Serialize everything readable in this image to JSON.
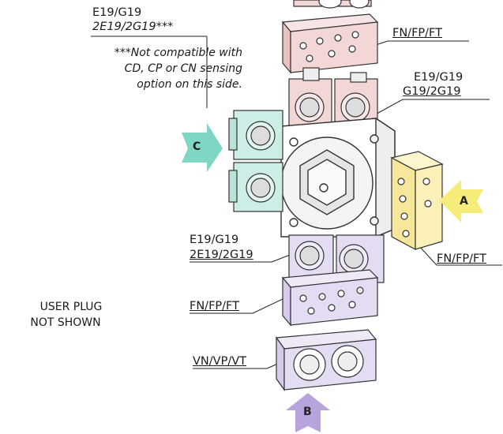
{
  "labels": {
    "top_left_code_1": "E19/G19",
    "top_left_code_2": "2E19/2G19***",
    "footnote_line_1": "***Not compatible with",
    "footnote_line_2": "CD, CP or CN sensing",
    "footnote_line_3": "option on this side.",
    "top_right_module": "FN/FP/FT",
    "right_upper_code_1": "E19/G19",
    "right_upper_code_2": "G19/2G19",
    "right_side_module": "FN/FP/FT",
    "left_lower_code_1": "E19/G19",
    "left_lower_code_2": "2E19/2G19",
    "lower_left_module": "FN/FP/FT",
    "bottom_module": "VN/VP/VT",
    "user_plug_line_1": "USER PLUG",
    "user_plug_line_2": "NOT SHOWN"
  },
  "arrows": {
    "a": "A",
    "b": "B",
    "c": "C"
  },
  "colors": {
    "pink_module": "#f3d6d6",
    "cyan_module": "#cdeee6",
    "yellow_module": "#fbf1b8",
    "lavender_module": "#e4dcf2",
    "arrow_teal": "#7fd6c4",
    "arrow_yellow": "#f5ec7a",
    "arrow_purple": "#b8a4dc"
  }
}
